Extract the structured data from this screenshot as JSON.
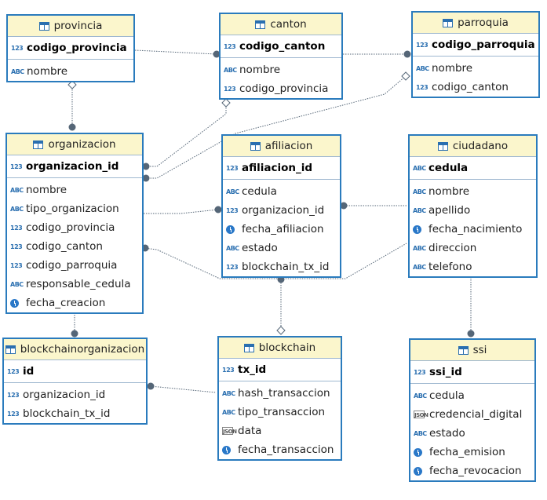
{
  "tables": {
    "provincia": {
      "title": "provincia",
      "pk": {
        "name": "codigo_provincia",
        "type": "123"
      },
      "columns": [
        {
          "name": "nombre",
          "type": "abc"
        }
      ]
    },
    "canton": {
      "title": "canton",
      "pk": {
        "name": "codigo_canton",
        "type": "123"
      },
      "columns": [
        {
          "name": "nombre",
          "type": "abc"
        },
        {
          "name": "codigo_provincia",
          "type": "123"
        }
      ]
    },
    "parroquia": {
      "title": "parroquia",
      "pk": {
        "name": "codigo_parroquia",
        "type": "123"
      },
      "columns": [
        {
          "name": "nombre",
          "type": "abc"
        },
        {
          "name": "codigo_canton",
          "type": "123"
        }
      ]
    },
    "organizacion": {
      "title": "organizacion",
      "pk": {
        "name": "organizacion_id",
        "type": "123"
      },
      "columns": [
        {
          "name": "nombre",
          "type": "abc"
        },
        {
          "name": "tipo_organizacion",
          "type": "abc"
        },
        {
          "name": "codigo_provincia",
          "type": "123"
        },
        {
          "name": "codigo_canton",
          "type": "123"
        },
        {
          "name": "codigo_parroquia",
          "type": "123"
        },
        {
          "name": "responsable_cedula",
          "type": "abc"
        },
        {
          "name": "fecha_creacion",
          "type": "date"
        }
      ]
    },
    "afiliacion": {
      "title": "afiliacion",
      "pk": {
        "name": "afiliacion_id",
        "type": "123"
      },
      "columns": [
        {
          "name": "cedula",
          "type": "abc"
        },
        {
          "name": "organizacion_id",
          "type": "123"
        },
        {
          "name": "fecha_afiliacion",
          "type": "date"
        },
        {
          "name": "estado",
          "type": "abc"
        },
        {
          "name": "blockchain_tx_id",
          "type": "123"
        }
      ]
    },
    "ciudadano": {
      "title": "ciudadano",
      "pk": {
        "name": "cedula",
        "type": "abc"
      },
      "columns": [
        {
          "name": "nombre",
          "type": "abc"
        },
        {
          "name": "apellido",
          "type": "abc"
        },
        {
          "name": "fecha_nacimiento",
          "type": "date"
        },
        {
          "name": "direccion",
          "type": "abc"
        },
        {
          "name": "telefono",
          "type": "abc"
        }
      ]
    },
    "blockchainorganizacion": {
      "title": "blockchainorganizacion",
      "pk": {
        "name": "id",
        "type": "123"
      },
      "columns": [
        {
          "name": "organizacion_id",
          "type": "123"
        },
        {
          "name": "blockchain_tx_id",
          "type": "123"
        }
      ]
    },
    "blockchain": {
      "title": "blockchain",
      "pk": {
        "name": "tx_id",
        "type": "123"
      },
      "columns": [
        {
          "name": "hash_transaccion",
          "type": "abc"
        },
        {
          "name": "tipo_transaccion",
          "type": "abc"
        },
        {
          "name": "data",
          "type": "json"
        },
        {
          "name": "fecha_transaccion",
          "type": "date"
        }
      ]
    },
    "ssi": {
      "title": "ssi",
      "pk": {
        "name": "ssi_id",
        "type": "123"
      },
      "columns": [
        {
          "name": "cedula",
          "type": "abc"
        },
        {
          "name": "credencial_digital",
          "type": "json"
        },
        {
          "name": "estado",
          "type": "abc"
        },
        {
          "name": "fecha_emision",
          "type": "date"
        },
        {
          "name": "fecha_revocacion",
          "type": "date"
        }
      ]
    }
  },
  "type_icons": {
    "123": "123",
    "abc": "ABC",
    "json": "JSON",
    "date": "clock"
  },
  "colors": {
    "border": "#2a7bbd",
    "header": "#fbf6cc",
    "connector": "#556677"
  }
}
